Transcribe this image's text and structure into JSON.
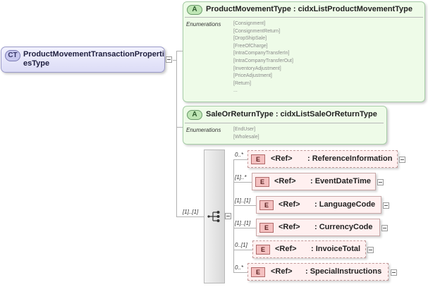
{
  "complex_type": {
    "badge": "CT",
    "name": "ProductMovementTransactionPropertiesType"
  },
  "attributes": [
    {
      "badge": "A",
      "title": "ProductMovementType : cidxListProductMovementType",
      "enum_label": "Enumerations",
      "values": [
        "[Consignment]",
        "[ConsignmentReturn]",
        "[DropShipSale]",
        "[FreeOfCharge]",
        "[IntraCompanyTransferIn]",
        "[IntraCompanyTransferOut]",
        "[InventoryAdjustment]",
        "[PriceAdjustment]",
        "[Return]",
        "..."
      ]
    },
    {
      "badge": "A",
      "title": "SaleOrReturnType : cidxListSaleOrReturnType",
      "enum_label": "Enumerations",
      "values": [
        "[EndUser]",
        "[Wholesale]"
      ]
    }
  ],
  "sequence": {
    "cardinality": "[1]..[1]",
    "icon": "sequence-icon"
  },
  "elements": [
    {
      "badge": "E",
      "ref": "<Ref>",
      "name": ": ReferenceInformation",
      "cardinality": "0..*",
      "optional": true
    },
    {
      "badge": "E",
      "ref": "<Ref>",
      "name": ": EventDateTime",
      "cardinality": "[1]..*",
      "optional": false
    },
    {
      "badge": "E",
      "ref": "<Ref>",
      "name": ": LanguageCode",
      "cardinality": "[1]..[1]",
      "optional": false
    },
    {
      "badge": "E",
      "ref": "<Ref>",
      "name": ": CurrencyCode",
      "cardinality": "[1]..[1]",
      "optional": false
    },
    {
      "badge": "E",
      "ref": "<Ref>",
      "name": ": InvoiceTotal",
      "cardinality": "0..[1]",
      "optional": true
    },
    {
      "badge": "E",
      "ref": "<Ref>",
      "name": ": SpecialInstructions",
      "cardinality": "0..*",
      "optional": true
    }
  ]
}
